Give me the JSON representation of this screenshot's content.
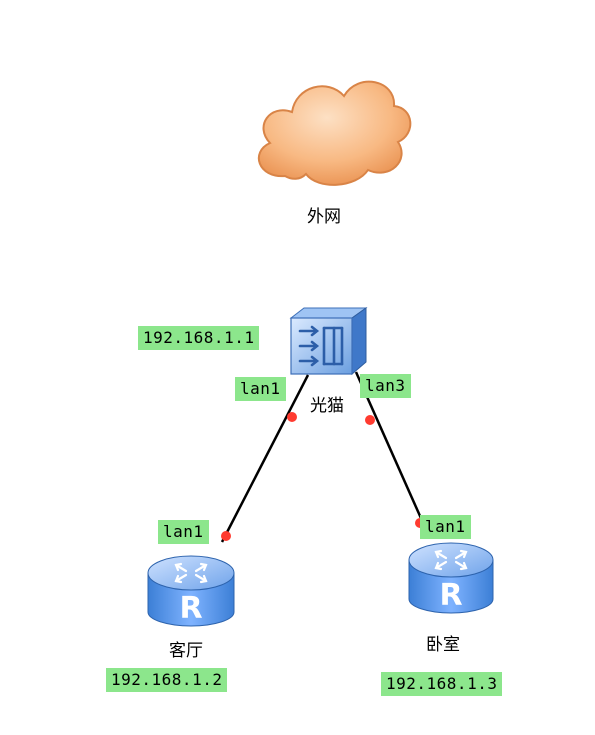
{
  "nodes": {
    "internet": {
      "label": "外网"
    },
    "modem": {
      "label": "光猫",
      "ip": "192.168.1.1",
      "port_left": "lan1",
      "port_right": "lan3"
    },
    "router_living": {
      "label": "客厅",
      "ip": "192.168.1.2",
      "port": "lan1"
    },
    "router_bedroom": {
      "label": "卧室",
      "ip": "192.168.1.3",
      "port": "lan1"
    }
  },
  "colors": {
    "tag_bg": "#8ce68c",
    "link": "#000000",
    "endpoint": "#ff3b30",
    "cloud": "#f7b27a"
  }
}
